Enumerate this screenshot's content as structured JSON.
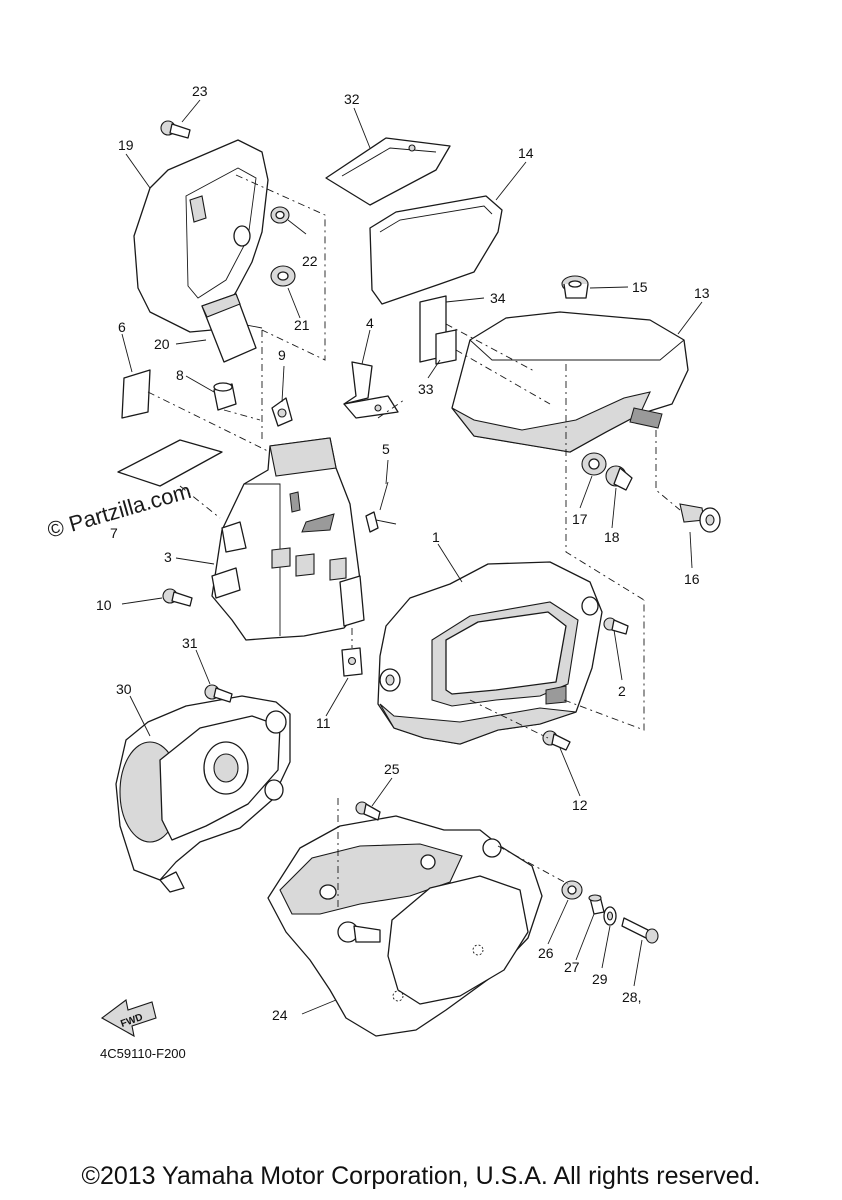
{
  "watermark": "© Partzilla.com",
  "diagram_code": "4C59110-F200",
  "fwd_label": "FWD",
  "copyright": "©2013 Yamaha Motor Corporation, U.S.A. All rights reserved.",
  "callouts": {
    "c1": "1",
    "c2": "2",
    "c3": "3",
    "c4": "4",
    "c5": "5",
    "c6": "6",
    "c7": "7",
    "c8": "8",
    "c9": "9",
    "c10": "10",
    "c11": "11",
    "c12": "12",
    "c13": "13",
    "c14": "14",
    "c15": "15",
    "c16": "16",
    "c17": "17",
    "c18": "18",
    "c19": "19",
    "c20": "20",
    "c21": "21",
    "c22": "22",
    "c23": "23",
    "c24": "24",
    "c25": "25",
    "c26": "26",
    "c27": "27",
    "c28": "28,",
    "c29": "29",
    "c30": "30",
    "c31": "31",
    "c32": "32",
    "c33": "33",
    "c34": "34"
  }
}
